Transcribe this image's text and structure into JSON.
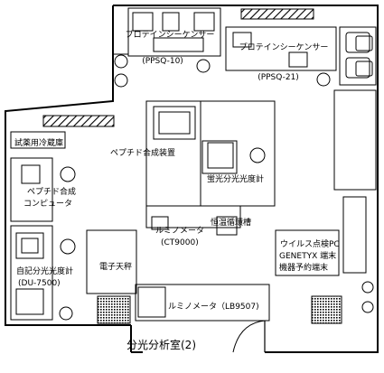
{
  "room_title": "分光分析室(2)",
  "labels": {
    "protein_seq_1": "プロテインシーケンサー",
    "ppsq10": "(PPSQ-10)",
    "protein_seq_2": "プロテインシーケンサー",
    "ppsq21": "(PPSQ-21)",
    "reagent_fridge": "試薬用冷蔵庫",
    "peptide_synth": "ペプチド合成装置",
    "fluor_spectro": "蛍光分光光度計",
    "peptide_comp_1": "ペプチド合成",
    "peptide_comp_2": "コンピュータ",
    "lumino_ct_1": "ルミノメータ",
    "lumino_ct_2": "(CT9000)",
    "thermo_bath": "恒温循環槽",
    "recording_spectro_1": "自記分光光度計",
    "recording_spectro_2": "(DU-7500)",
    "balance": "電子天秤",
    "virus_pc_1": "ウイルス点検PC",
    "virus_pc_2": "GENETYX 端末",
    "virus_pc_3": "機器予約端末",
    "lumino_lb": "ルミノメータ（LB9507)"
  }
}
